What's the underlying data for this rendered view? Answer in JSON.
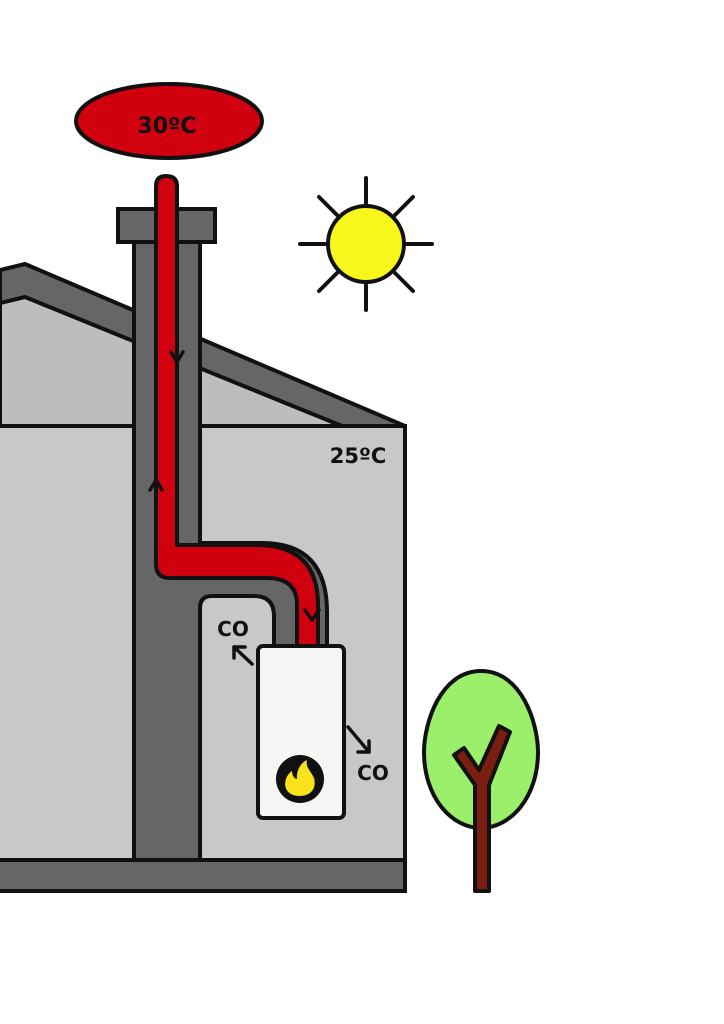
{
  "labels": {
    "outdoor_temp": "30ºC",
    "indoor_temp": "25ºC",
    "gas_left": "CO",
    "gas_right": "CO"
  },
  "colors": {
    "roof": "#666666",
    "roof_inner": "#bdbdbd",
    "wall": "#c8c8c8",
    "chimney": "#666666",
    "flue": "#d0000f",
    "sun": "#f7f71c",
    "tree_crown": "#9af06a",
    "tree_trunk": "#7a1e12",
    "boiler": "#f4f6f4",
    "flame": "#f7e21c",
    "outline": "#111111"
  },
  "icons": {
    "sun": "sun-icon",
    "flame": "flame-icon",
    "tree": "tree-icon"
  }
}
